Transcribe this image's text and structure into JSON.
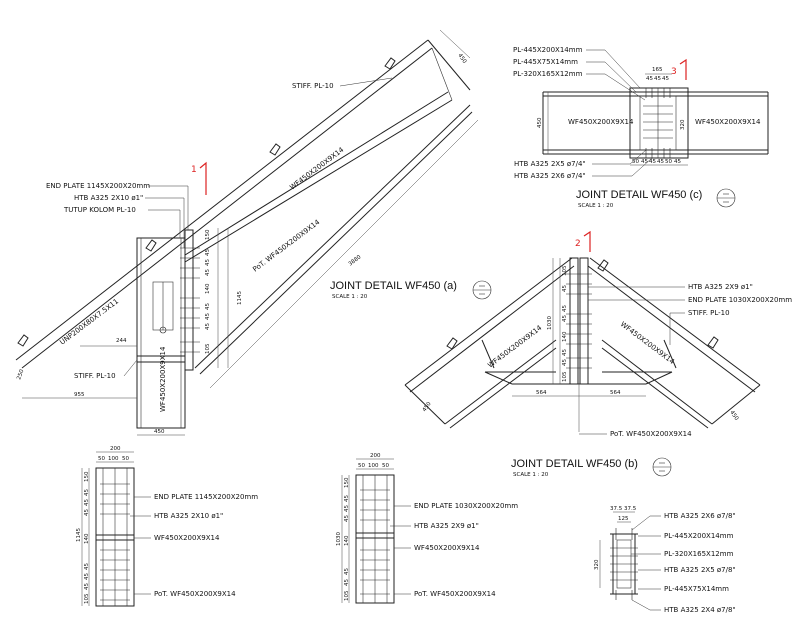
{
  "detail_a": {
    "title": "JOINT DETAIL WF450 (a)",
    "scale": "SCALE 1 : 20",
    "cut_marker": "1",
    "labels": {
      "stiff_top": "STIFF. PL-10",
      "end_plate": "END PLATE 1145X200X20mm",
      "htb": "HTB A325 2X10 ø1\"",
      "tutup_kolom": "TUTUP KOLOM PL-10",
      "stiff_bottom": "STIFF. PL-10",
      "rafter": "WF450X200X9X14",
      "pot": "PoT. WF450X200X9X14",
      "column": "WF450X200X9X14",
      "purlin": "UNP200X80X7.5X11"
    },
    "dims": {
      "rafter_depth": "450",
      "length": "3880",
      "plate_height": "1145",
      "stiff_offset": "244",
      "overall": "955",
      "col_width": "450",
      "left_small": "250",
      "bolt_spacing": [
        "150",
        "45",
        "45",
        "45",
        "140",
        "45",
        "45",
        "45",
        "105"
      ]
    }
  },
  "detail_c": {
    "title": "JOINT DETAIL WF450 (c)",
    "scale": "SCALE 1 : 20",
    "cut_marker": "3",
    "labels": {
      "pl1": "PL-445X200X14mm",
      "pl2": "PL-445X75X14mm",
      "pl3": "PL-320X165X12mm",
      "beam_left": "WF450X200X9X14",
      "beam_right": "WF450X200X9X14",
      "htb1": "HTB A325 2X5 ø7/4\"",
      "htb2": "HTB A325 2X6 ø7/4\""
    },
    "dims": {
      "depth": "450",
      "top_w": "165",
      "top_parts": [
        "45",
        "45",
        "45"
      ],
      "inner": "320",
      "bottom_parts": [
        "50",
        "45",
        "45",
        "45",
        "50",
        "45"
      ]
    }
  },
  "detail_b": {
    "title": "JOINT DETAIL WF450 (b)",
    "scale": "SCALE 1 : 20",
    "cut_marker": "2",
    "labels": {
      "htb": "HTB A325 2X9 ø1\"",
      "end_plate": "END PLATE 1030X200X20mm",
      "stiff": "STIFF. PL-10",
      "rafter_left": "WF450X200X9X14",
      "rafter_right": "WF450X200X9X14",
      "pot": "PoT. WF450X200X9X14"
    },
    "dims": {
      "plate_height": "1030",
      "half_left": "564",
      "half_right": "564",
      "depth_left": "450",
      "depth_right": "450",
      "bolt_spacing": [
        "105",
        "45",
        "45",
        "140",
        "45",
        "45",
        "45",
        "105"
      ]
    }
  },
  "plate_a": {
    "labels": {
      "end_plate": "END PLATE 1145X200X20mm",
      "htb": "HTB A325 2X10 ø1\"",
      "beam": "WF450X200X9X14",
      "pot": "PoT. WF450X200X9X14"
    },
    "dims": {
      "width": "200",
      "parts": [
        "50",
        "100",
        "50"
      ],
      "height": "1145",
      "bolt_spacing": [
        "105",
        "45",
        "45",
        "45",
        "140",
        "45",
        "45",
        "45",
        "150"
      ]
    }
  },
  "plate_b": {
    "labels": {
      "end_plate": "END PLATE 1030X200X20mm",
      "htb": "HTB A325 2X9 ø1\"",
      "beam": "WF450X200X9X14",
      "pot": "PoT. WF450X200X9X14"
    },
    "dims": {
      "width": "200",
      "parts": [
        "50",
        "100",
        "50"
      ],
      "height": "1030",
      "bolt_spacing": [
        "105",
        "45",
        "45",
        "140",
        "45",
        "45",
        "45",
        "150"
      ]
    }
  },
  "plate_c": {
    "labels": {
      "htb1": "HTB A325 2X6 ø7/8\"",
      "pl1": "PL-445X200X14mm",
      "pl2": "PL-320X165X12mm",
      "htb2": "HTB A325 2X5 ø7/8\"",
      "pl3": "PL-445X75X14mm",
      "htb3": "HTB A325 2X4 ø7/8\""
    },
    "dims": {
      "top": [
        "37.5",
        "37.5"
      ],
      "mid": "125",
      "height": "320"
    }
  }
}
